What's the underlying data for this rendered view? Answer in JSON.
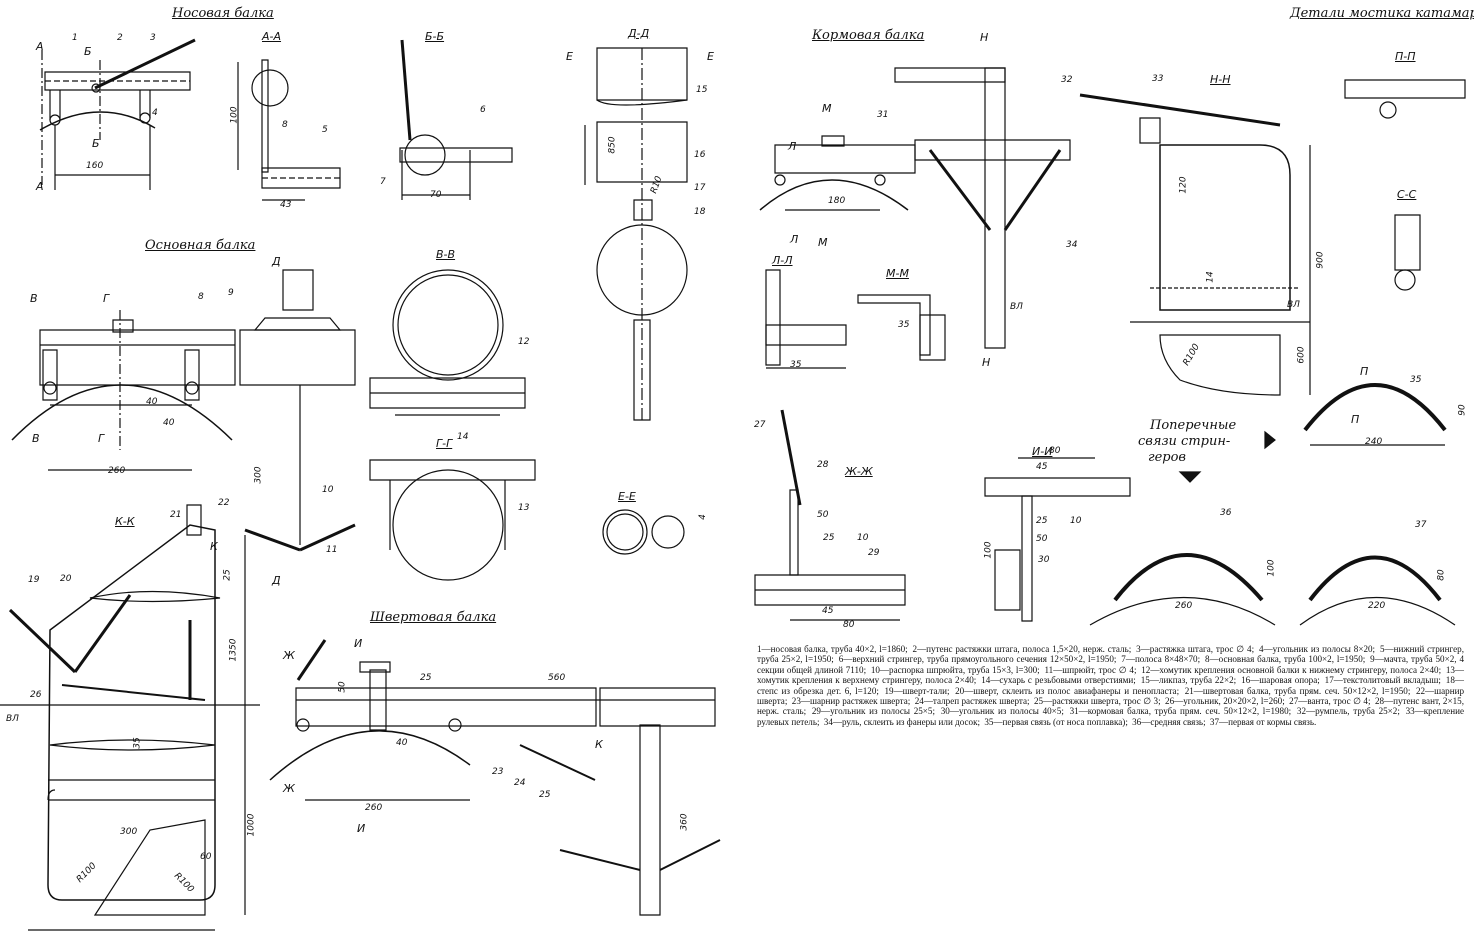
{
  "sheet_title": "Детали мостика катамарана",
  "views": {
    "nose_beam": "Носовая балка",
    "main_beam": "Основная балка",
    "stern_beam": "Кормовая балка",
    "sheet_beam": "Швертовая балка",
    "cross_links": [
      "Поперечные",
      "связи стрин-",
      "геров"
    ]
  },
  "sections": {
    "aa": "А-А",
    "bb": "Б-Б",
    "vv": "В-В",
    "gg": "Г-Г",
    "dd": "Д-Д",
    "ee": "Е-Е",
    "kk": "К-К",
    "ll": "Л-Л",
    "mm": "М-М",
    "nn": "Н-Н",
    "pp": "П-П",
    "ss": "С-С",
    "ii": "И-И",
    "zhzh": "Ж-Ж"
  },
  "dimensions": {
    "nose_160": "160",
    "aa_100": "100",
    "aa_43": "43",
    "aa_8": "8",
    "bb_70": "70",
    "dd_850": "850",
    "dd_r10": "R10",
    "main_40a": "40",
    "main_40b": "40",
    "main_260": "260",
    "main_300": "300",
    "ee_4": "4",
    "kk_25": "25",
    "kk_1350": "1350",
    "kk_35": "35",
    "kk_300": "300",
    "kk_60": "60",
    "kk_r100a": "R100",
    "kk_r100b": "R100",
    "kk_1000": "1000",
    "wl": "ВЛ",
    "wl2": "ВЛ",
    "wl3": "ВЛ",
    "sb_50": "50",
    "sb_25": "25",
    "sb_560": "560",
    "sb_40": "40",
    "sb_260": "260",
    "sb_360": "360",
    "st_180": "180",
    "ll_35": "35",
    "mm_35": "35",
    "nn_120": "120",
    "nn_14": "14",
    "nn_900": "900",
    "nn_600": "600",
    "nn_r100": "R100",
    "pp_90": "90",
    "pp_240": "240",
    "c36_100": "100",
    "c36_260": "260",
    "c37_80": "80",
    "c37_220": "220",
    "zh_50": "50",
    "zh_25": "25",
    "zh_10": "10",
    "zh_45": "45",
    "zh_80": "80",
    "ii_80": "80",
    "ii_45": "45",
    "ii_25": "25",
    "ii_10": "10",
    "ii_50": "50",
    "ii_100": "100"
  },
  "letters": {
    "a": "А",
    "b": "Б",
    "v": "В",
    "g": "Г",
    "d": "Д",
    "e": "Е",
    "k": "К",
    "l": "Л",
    "m": "М",
    "n": "Н",
    "p": "П",
    "zh": "Ж",
    "i": "И"
  },
  "legend": [
    "1—носовая балка, труба 40×2, l=1860;",
    "2—путенс растяжки штага, полоса 1,5×20, нерж. сталь;",
    "3—растяжка штага, трос ∅ 4;",
    "4—угольник из полосы 8×20;",
    "5—нижний стрингер, труба 25×2, l=1950;",
    "6—верхний стрингер, труба прямоугольного сечения 12×50×2, l=1950;",
    "7—полоса 8×48×70;",
    "8—основная балка, труба 100×2, l=1950;",
    "9—мачта, труба 50×2, 4 секции общей длиной 7110;",
    "10—распорка шпрюйта, труба 15×3, l=300;",
    "11—шпрюйт, трос ∅ 4;",
    "12—хомутик крепления основной балки к нижнему стрингеру, полоса 2×40;",
    "13—хомутик крепления к верхнему стрингеру, полоса 2×40;",
    "14—сухарь с резьбовыми отверстиями;",
    "15—ликпаз, труба 22×2;",
    "16—шаровая опора;",
    "17—текстолитовый вкладыш;",
    "18—степс из обрезка дет. 6, l=120;",
    "19—шверт-тали;",
    "20—шверт, склеить из полос авиафанеры и пенопласта;",
    "21—швертовая балка, труба прям. сеч. 50×12×2, l=1950;",
    "22—шарнир шверта;",
    "23—шарнир растяжек шверта;",
    "24—талреп растяжек шверта;",
    "25—растяжки шверта, трос ∅ 3;",
    "26—угольник, 20×20×2, l=260;",
    "27—ванта, трос ∅ 4;",
    "28—путенс вант, 2×15, нерж. сталь;",
    "29—угольник из полосы 25×5;",
    "30—угольник из полосы 40×5;",
    "31—кормовая балка, труба прям. сеч. 50×12×2, l=1980;",
    "32—румпель, труба 25×2;",
    "33—крепление рулевых петель;",
    "34—руль, склеить из фанеры или досок;",
    "35—первая связь (от носа поплавка);",
    "36—средняя связь;",
    "37—первая от кормы связь."
  ],
  "callouts": {
    "n1": "1",
    "n2": "2",
    "n3": "3",
    "n4": "4",
    "n5": "5",
    "n6": "6",
    "n7": "7",
    "n8": "8",
    "n9": "9",
    "n10": "10",
    "n11": "11",
    "n12": "12",
    "n13": "13",
    "n14": "14",
    "n15": "15",
    "n16": "16",
    "n17": "17",
    "n18": "18",
    "n19": "19",
    "n20": "20",
    "n21": "21",
    "n22": "22",
    "n23": "23",
    "n24": "24",
    "n25": "25",
    "n26": "26",
    "n27": "27",
    "n28": "28",
    "n29": "29",
    "n30": "30",
    "n31": "31",
    "n32": "32",
    "n33": "33",
    "n34": "34",
    "n35": "35",
    "n36": "36",
    "n37": "37"
  }
}
